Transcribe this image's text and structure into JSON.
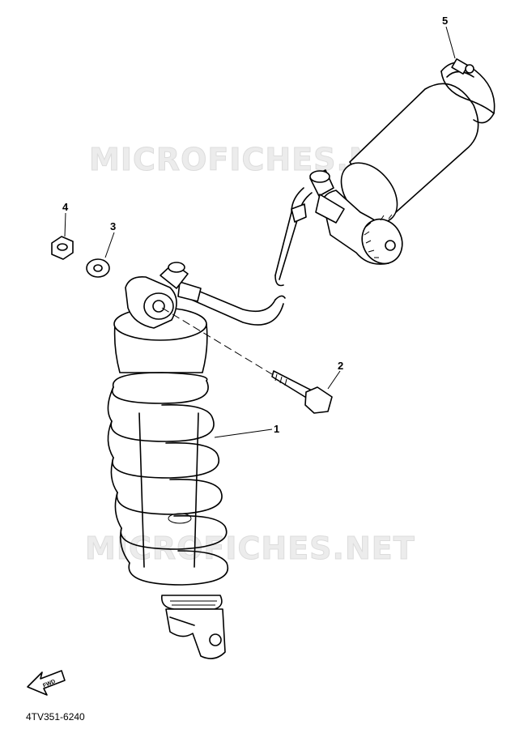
{
  "watermarks": [
    "MICROFICHES.NET",
    "MICROFICHES.NET"
  ],
  "callouts": {
    "c1": "1",
    "c2": "2",
    "c3": "3",
    "c4": "4",
    "c5": "5"
  },
  "fwd_label": "FWD",
  "part_code": "4TV351-6240"
}
